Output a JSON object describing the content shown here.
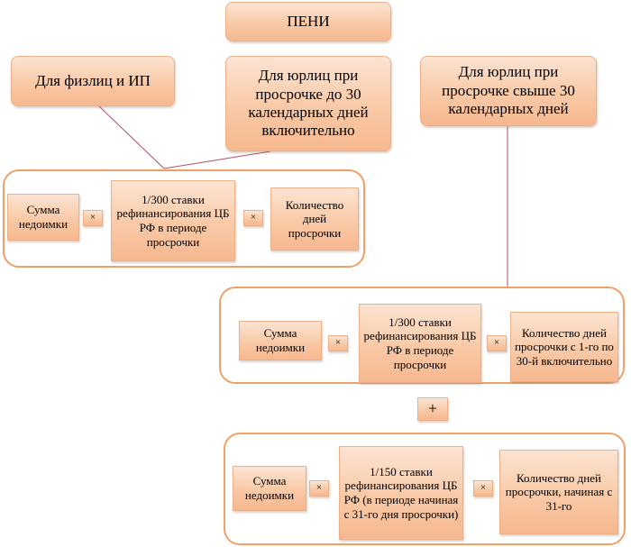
{
  "root": "ПЕНИ",
  "categories": {
    "individuals": "Для физлиц и ИП",
    "legal_upto30": "Для юрлиц при просрочке до 30 календарных дней включительно",
    "legal_over30": "Для юрлиц при просрочке свыше 30 календарных дней"
  },
  "formula_basic": {
    "amount": "Сумма недоимки",
    "op1": "×",
    "rate": "1/300 ставки рефинансирования ЦБ РФ в периоде просрочки",
    "op2": "×",
    "days": "Количество дней просрочки"
  },
  "formula_part1": {
    "amount": "Сумма недоимки",
    "op1": "×",
    "rate": "1/300 ставки рефинансирования ЦБ РФ в периоде просрочки",
    "op2": "×",
    "days": "Количество дней просрочки с 1-го по 30-й включительно"
  },
  "plus": "+",
  "formula_part2": {
    "amount": "Сумма недоимки",
    "op1": "×",
    "rate": "1/150 ставки рефинансирования ЦБ РФ (в периоде начиная с 31-го дня просрочки)",
    "op2": "×",
    "days": "Количество дней просрочки, начиная с 31-го"
  }
}
